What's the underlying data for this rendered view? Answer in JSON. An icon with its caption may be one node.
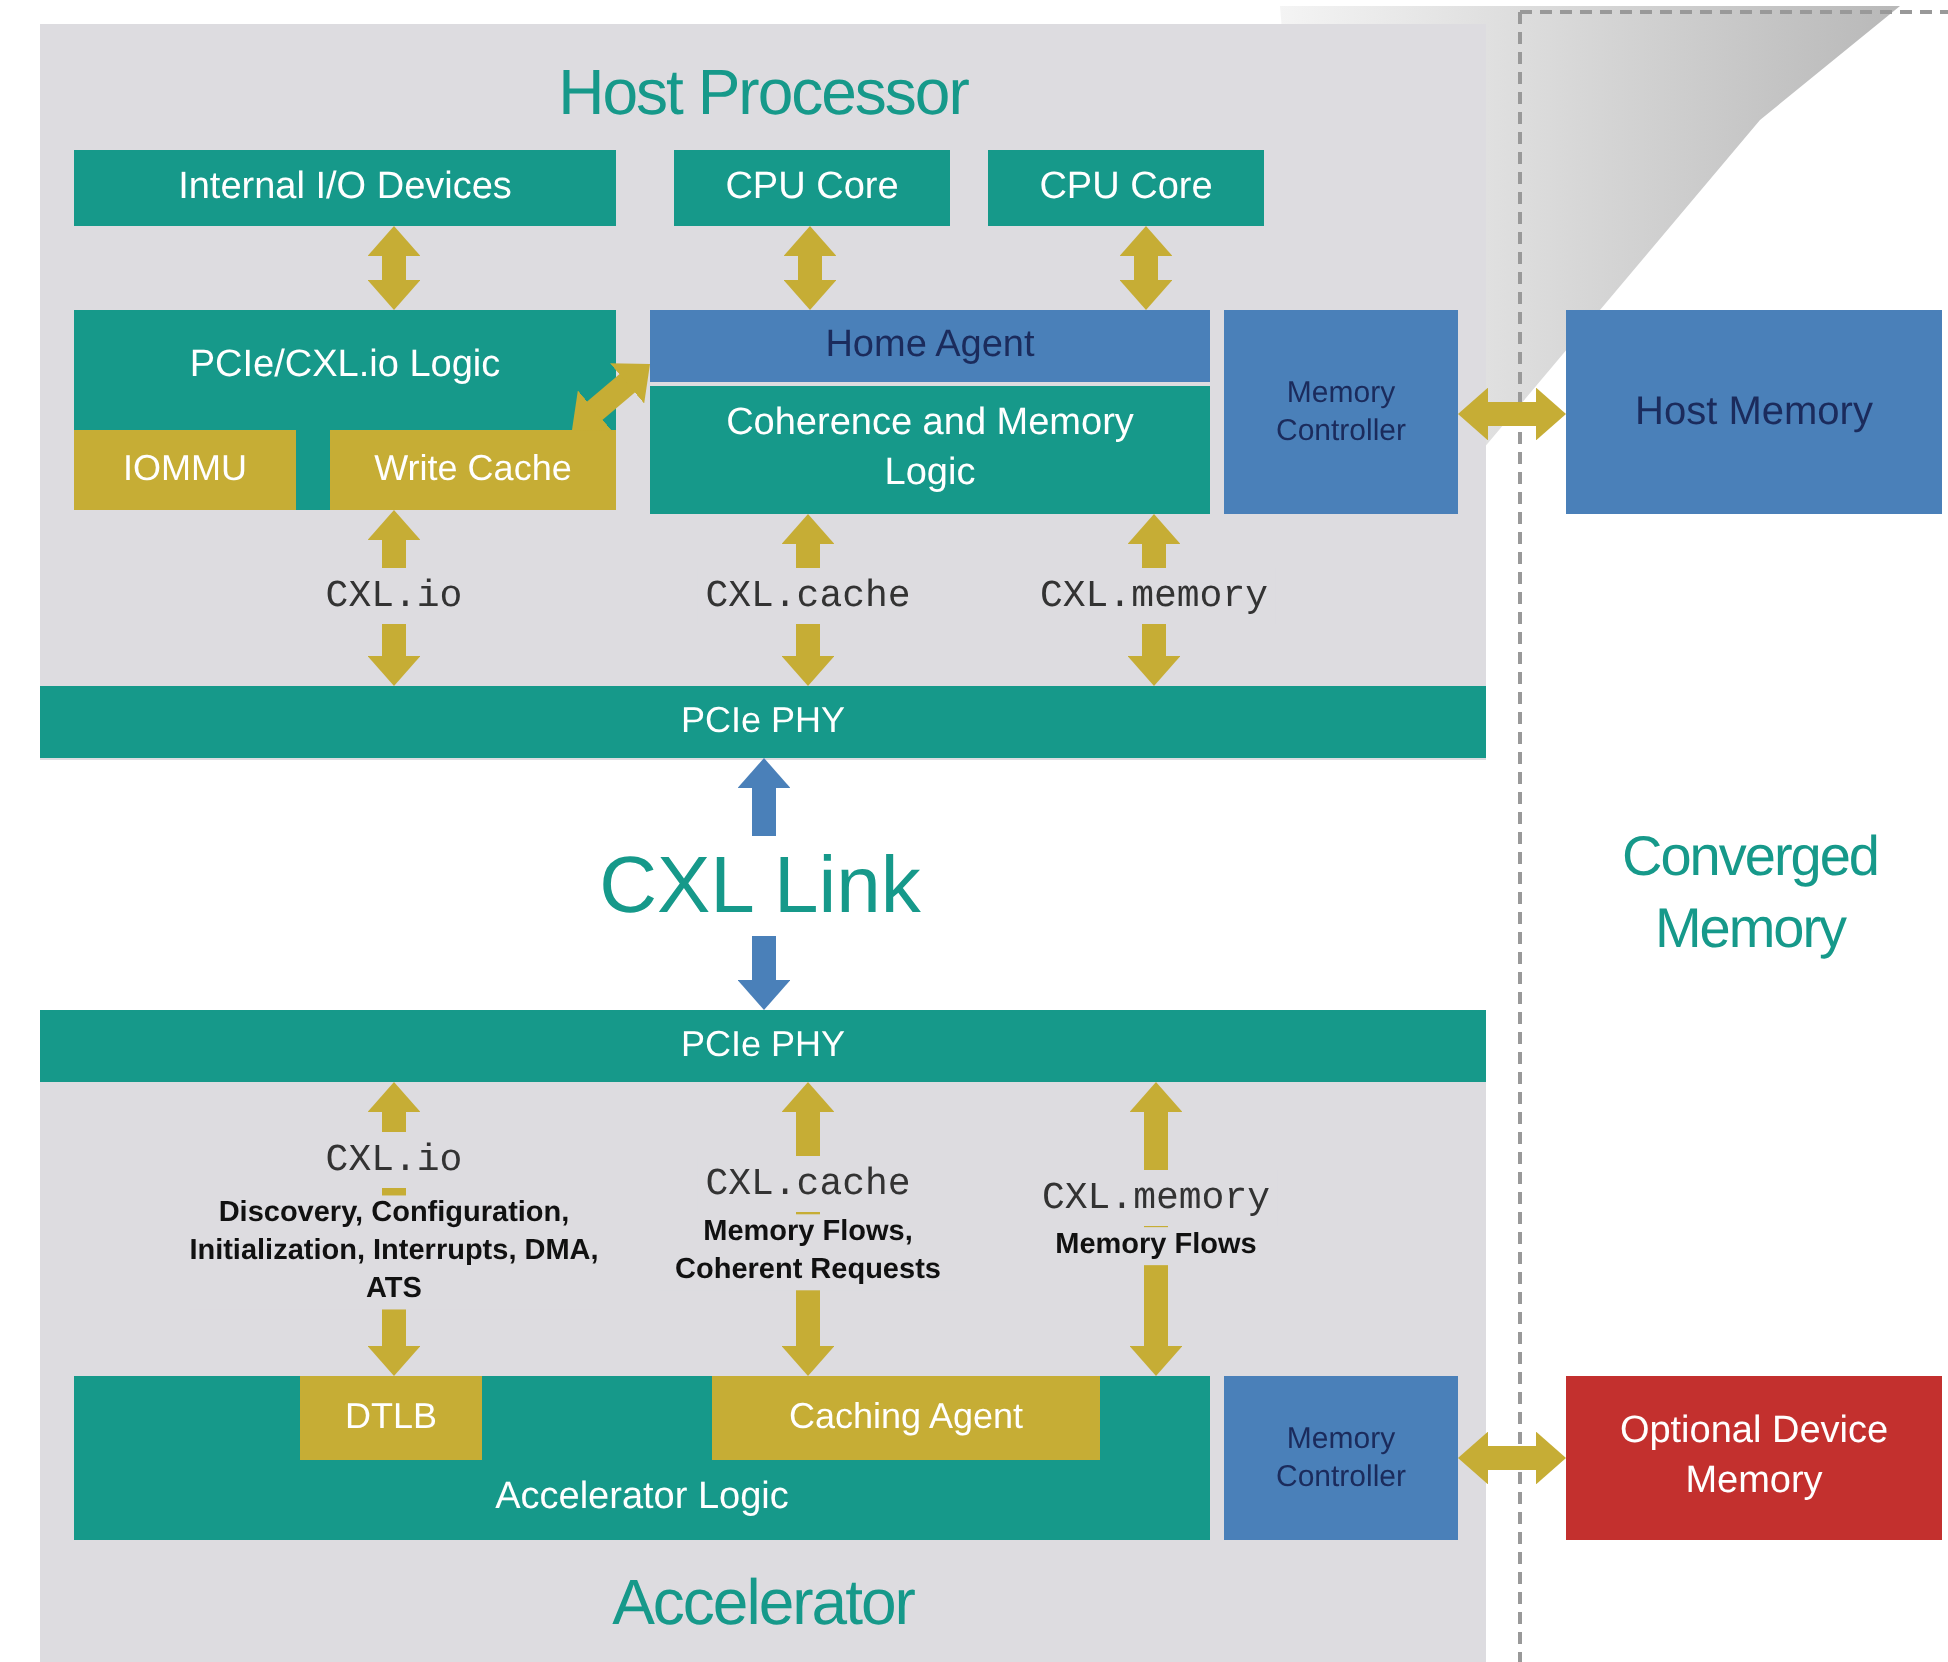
{
  "diagram": {
    "nodes": [
      {
        "text": [
          "Host Processor"
        ]
      },
      {
        "text": [
          "Internal I/O Devices"
        ],
        "in": 0
      },
      {
        "text": [
          "CPU Core"
        ],
        "in": 0
      },
      {
        "text": [
          "CPU Core"
        ],
        "in": 0
      },
      {
        "text": [
          "PCIe/CXL.io Logic"
        ],
        "in": 0
      },
      {
        "text": [
          "IOMMU"
        ],
        "in": 4
      },
      {
        "text": [
          "Write Cache"
        ],
        "in": 4
      },
      {
        "text": [
          "Home Agent"
        ],
        "in": 0
      },
      {
        "text": [
          "Coherence and Memory Logic"
        ],
        "in": 0
      },
      {
        "text": [
          "Memory Controller"
        ],
        "in": 0
      },
      {
        "text": [
          "PCIe PHY"
        ],
        "in": 0
      },
      {
        "text": [
          "Host Memory"
        ]
      },
      {
        "text": [
          "CXL Link"
        ]
      },
      {
        "text": [
          "Accelerator"
        ]
      },
      {
        "text": [
          "PCIe PHY"
        ],
        "in": 13
      },
      {
        "text": [
          "Accelerator Logic"
        ],
        "in": 13
      },
      {
        "text": [
          "DTLB"
        ],
        "in": 15
      },
      {
        "text": [
          "Caching Agent"
        ],
        "in": 15
      },
      {
        "text": [
          "Memory Controller"
        ],
        "in": 13
      },
      {
        "text": [
          "Optional Device Memory"
        ]
      }
    ],
    "edges": [
      {
        "from": 1,
        "to": 4,
        "arrow": "both"
      },
      {
        "from": 2,
        "to": 7,
        "arrow": "both"
      },
      {
        "from": 3,
        "to": 7,
        "arrow": "both"
      },
      {
        "from": 6,
        "to": 7,
        "arrow": "both"
      },
      {
        "from": 6,
        "to": 10,
        "arrow": "both",
        "label": "CXL.io"
      },
      {
        "from": 8,
        "to": 10,
        "arrow": "both",
        "label": "CXL.cache"
      },
      {
        "from": 8,
        "to": 10,
        "arrow": "both",
        "label": "CXL.memory"
      },
      {
        "from": 9,
        "to": 11,
        "arrow": "both"
      },
      {
        "from": 12,
        "to": 10,
        "arrow": "to",
        "color": "#4a80b9"
      },
      {
        "from": 12,
        "to": 14,
        "arrow": "to",
        "color": "#4a80b9"
      },
      {
        "from": 14,
        "to": 16,
        "arrow": "both",
        "label": "CXL.io"
      },
      {
        "from": 14,
        "to": 17,
        "arrow": "both",
        "label": "CXL.cache"
      },
      {
        "from": 14,
        "to": 15,
        "arrow": "both",
        "label": "CXL.memory"
      },
      {
        "from": 18,
        "to": 19,
        "arrow": "both"
      }
    ],
    "labels": [
      "Converged Memory",
      "Discovery, Configuration, Initialization, Interrupts, DMA, ATS",
      "Memory Flows, Coherent Requests",
      "Memory Flows"
    ]
  }
}
